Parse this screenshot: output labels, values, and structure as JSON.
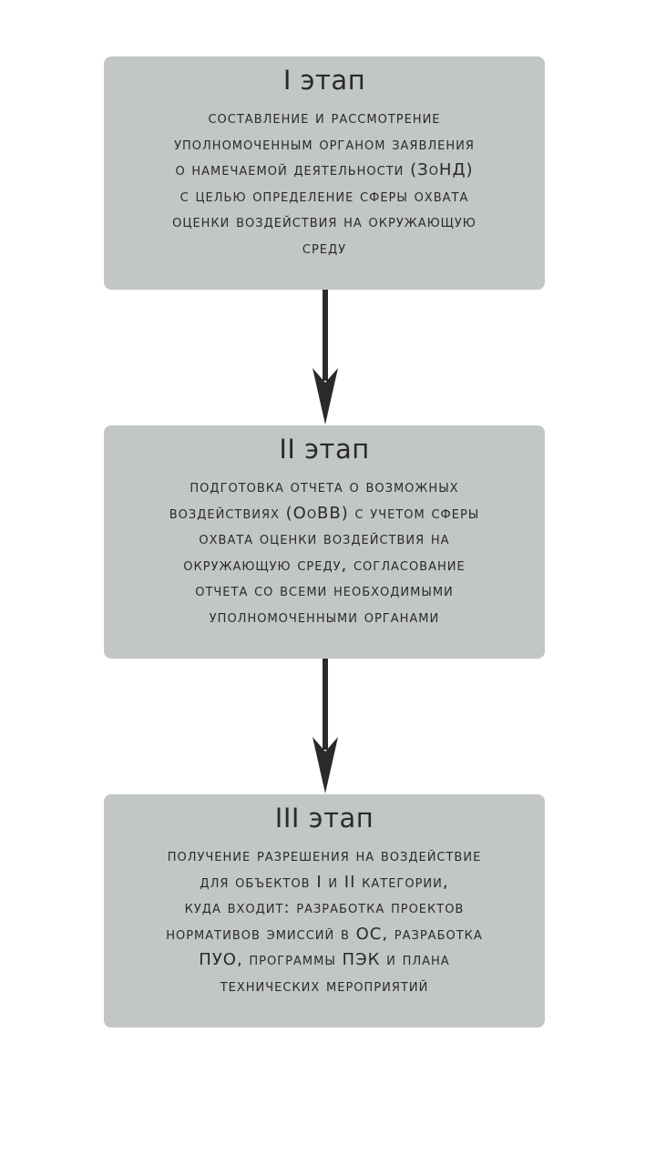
{
  "stages": [
    {
      "title": "I этап",
      "lines": [
        "составление и рассмотрение",
        "уполномоченным органом заявления",
        "о намечаемой деятельности (ЗоНД)",
        "с целью определение сферы охвата",
        "оценки воздействия на окружающую",
        "среду"
      ]
    },
    {
      "title": "II этап",
      "lines": [
        "подготовка отчета о возможных",
        "воздействиях (ОоВВ) с учетом сферы",
        "охвата оценки воздействия на",
        "окружающую среду, согласование",
        "отчета со всеми необходимыми",
        "уполномоченными органами"
      ]
    },
    {
      "title": "III этап",
      "lines": [
        "получение разрешения на воздействие",
        "для объектов I и II категории,",
        "куда входит: разработка проектов",
        "нормативов эмиссий в ОС, разработка",
        "ПУО, программы ПЭК и плана",
        "технических мероприятий"
      ]
    }
  ],
  "colors": {
    "box": "#c3c7c3",
    "arrow": "#2a2a2a"
  }
}
